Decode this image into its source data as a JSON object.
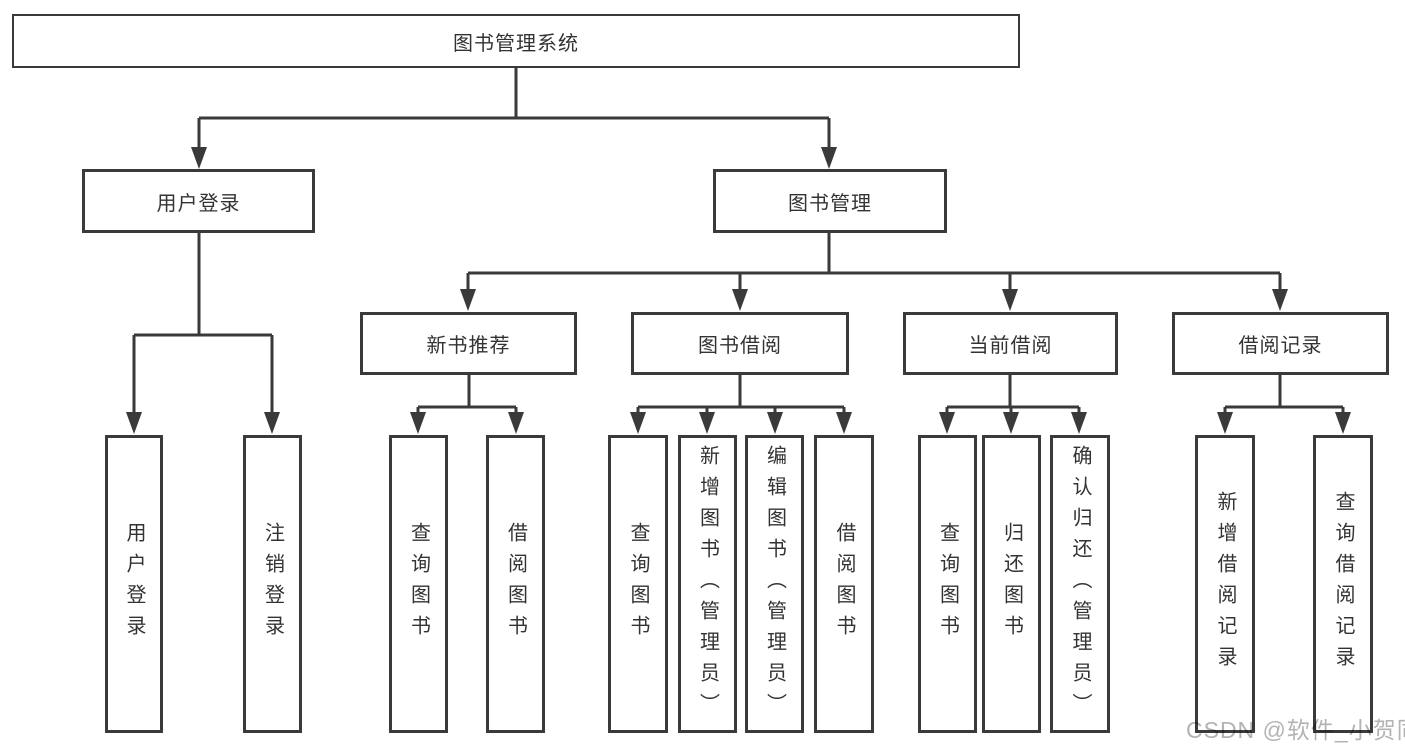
{
  "diagram": {
    "root": {
      "label": "图书管理系统"
    },
    "branches": [
      {
        "label": "用户登录",
        "children": [
          {
            "label": "用户登录"
          },
          {
            "label": "注销登录"
          }
        ]
      },
      {
        "label": "图书管理",
        "children": [
          {
            "label": "新书推荐",
            "children": [
              {
                "label": "查询图书"
              },
              {
                "label": "借阅图书"
              }
            ]
          },
          {
            "label": "图书借阅",
            "children": [
              {
                "label": "查询图书"
              },
              {
                "label": "新增图书（管理员）"
              },
              {
                "label": "编辑图书（管理员）"
              },
              {
                "label": "借阅图书"
              }
            ]
          },
          {
            "label": "当前借阅",
            "children": [
              {
                "label": "查询图书"
              },
              {
                "label": "归还图书"
              },
              {
                "label": "确认归还（管理员）"
              }
            ]
          },
          {
            "label": "借阅记录",
            "children": [
              {
                "label": "新增借阅记录"
              },
              {
                "label": "查询借阅记录"
              }
            ]
          }
        ]
      }
    ]
  },
  "watermark": {
    "text": "CSDN @软件_小贺同学"
  },
  "colors": {
    "line": "#3a3a3a",
    "text": "#333333",
    "background": "#ffffff",
    "watermark": "#b3b3b3"
  }
}
